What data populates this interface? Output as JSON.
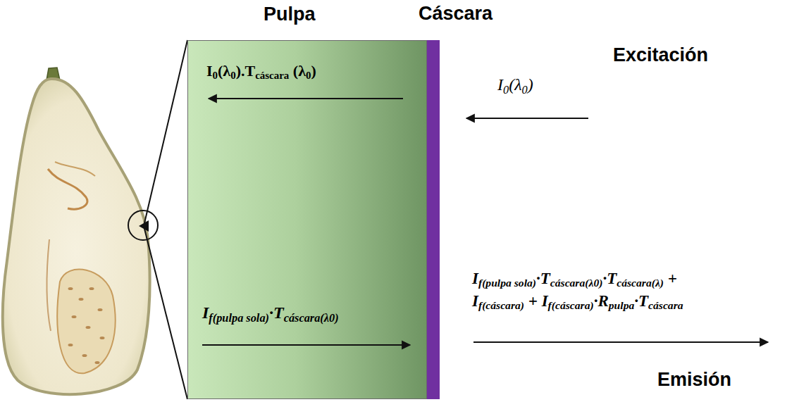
{
  "diagram": {
    "nodes": [
      {
        "text": [
          "Pulpa",
          "I0(λ0).Tcáscara (λ0)",
          "If(pulpa sola)·Tcáscara(λ0)"
        ]
      },
      {
        "text": [
          "Cáscara"
        ]
      }
    ],
    "labels": [
      "Excitación",
      "I0(λ0)",
      "If(pulpa sola)·Tcáscara(λ0)·Tcáscara(λ) + If(cáscara) + If(cáscara)·Rpulpa·Tcáscara",
      "Emisión"
    ]
  }
}
